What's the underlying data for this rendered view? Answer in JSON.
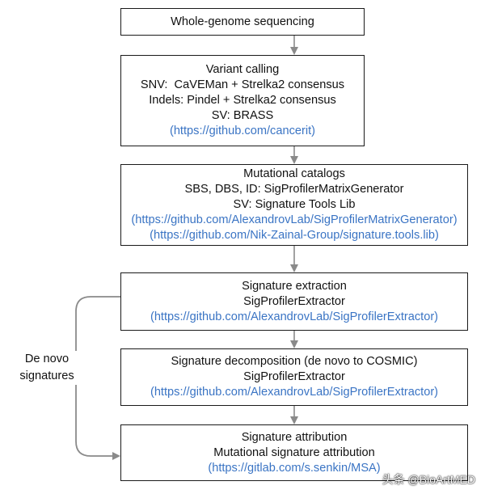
{
  "boxes": {
    "wgs": {
      "title": "Whole-genome sequencing"
    },
    "variant_calling": {
      "title": "Variant calling",
      "snv": "SNV:  CaVEMan + Strelka2 consensus",
      "indels": "Indels: Pindel + Strelka2 consensus",
      "sv": "SV: BRASS",
      "link": "(https://github.com/cancerit)"
    },
    "catalogs": {
      "title": "Mutational catalogs",
      "sbs": "SBS, DBS, ID: SigProfilerMatrixGenerator",
      "sv": "SV: Signature Tools Lib",
      "link1": "(https://github.com/AlexandrovLab/SigProfilerMatrixGenerator)",
      "link2": "(https://github.com/Nik-Zainal-Group/signature.tools.lib)"
    },
    "extraction": {
      "title": "Signature extraction",
      "tool": "SigProfilerExtractor",
      "link": "(https://github.com/AlexandrovLab/SigProfilerExtractor)"
    },
    "decomposition": {
      "title": "Signature decomposition (de novo to COSMIC)",
      "tool": "SigProfilerExtractor",
      "link": "(https://github.com/AlexandrovLab/SigProfilerExtractor)"
    },
    "attribution": {
      "title": "Signature attribution",
      "tool": "Mutational signature attribution",
      "link": "(https://gitlab.com/s.senkin/MSA)"
    }
  },
  "side_label": {
    "line1": "De novo",
    "line2": "signatures"
  },
  "watermark": "头条 @BioArtMED",
  "colors": {
    "link": "#3a74c4",
    "arrow": "#8a8a8a",
    "border": "#1a1a1a"
  }
}
